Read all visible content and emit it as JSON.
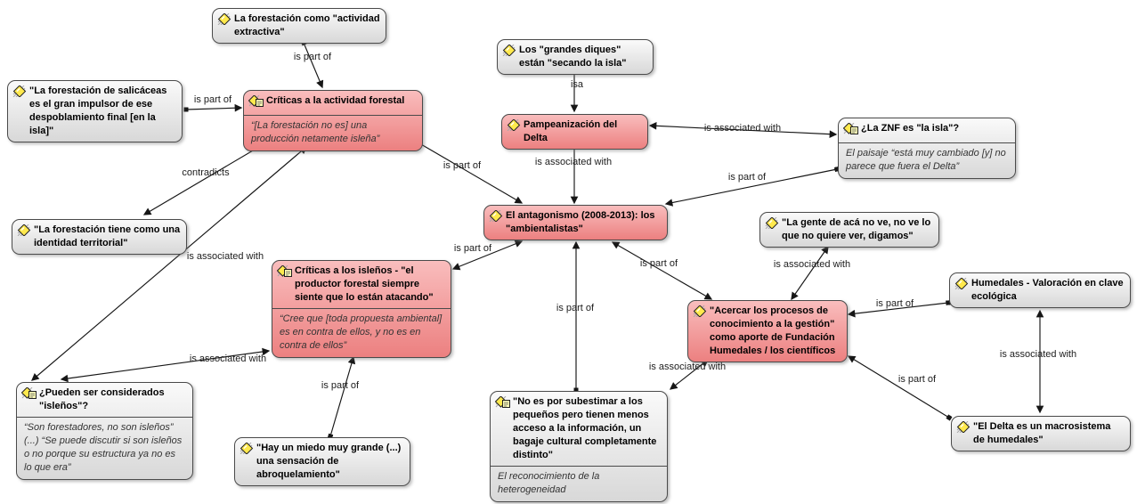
{
  "diagram": {
    "kind": "qualitative-analysis concept network",
    "background": "#ffffff",
    "colors": {
      "node_gray_top": "#fafafa",
      "node_gray_bottom": "#d8d8d8",
      "node_pink_top": "#f9bdbd",
      "node_pink_bottom": "#ec8080",
      "node_border": "#4a4a4a",
      "edge_line": "#161616",
      "code_icon_yellow": "#ffe94d"
    }
  },
  "nodes": {
    "extractiva": {
      "title": "La forestación como \"actividad extractiva\""
    },
    "salicaceas": {
      "title": "\"La forestación de salicáceas es el gran impulsor de ese despoblamiento final [en la isla]\""
    },
    "criticas_forestal": {
      "title": "Críticas a la actividad forestal",
      "comment": "“[La forestación no es] una producción netamente isleña”"
    },
    "grandes_diques": {
      "title": "Los \"grandes diques\" están \"secando la isla\""
    },
    "pampeanizacion": {
      "title": "Pampeanización del Delta"
    },
    "znf": {
      "title": "¿La ZNF es \"la isla\"?",
      "comment": "El paisaje “está muy cambiado [y] no parece que fuera el Delta”"
    },
    "antagonismo": {
      "title": "El antagonismo (2008-2013): los \"ambientalistas\""
    },
    "gente_aca": {
      "title": "\"La gente de acá no ve, no ve lo que no quiere ver, digamos\""
    },
    "identidad_territorial": {
      "title": "\"La forestación tiene como una identidad territorial\""
    },
    "criticas_islenos": {
      "title": "Críticas a los isleños - \"el productor forestal siempre siente que lo están atacando\"",
      "comment": "“Cree que [toda propuesta ambiental] es en contra de ellos, y no es en contra de ellos”"
    },
    "humedales_valoracion": {
      "title": "Humedales - Valoración en clave ecológica"
    },
    "acercar_gestion": {
      "title": "\"Acercar los procesos de conocimiento a la gestión\" como aporte de Fundación Humedales / los científicos"
    },
    "pueden_ser_islenos": {
      "title": "¿Pueden ser considerados \"isleños\"?",
      "comment": "“Son forestadores, no son isleños” (...) “Se puede discutir si son isleños o no porque su estructura ya no es lo que era”"
    },
    "miedo_abroquelamiento": {
      "title": "\"Hay un miedo muy grande (...) una sensación de abroquelamiento\""
    },
    "no_subestimar": {
      "title": "\"No es por subestimar a los pequeños pero tienen menos acceso a la información, un bagaje cultural completamente distinto\"",
      "comment": "El reconocimiento de la heterogeneidad"
    },
    "delta_macrosistema": {
      "title": "\"El Delta es un macrosistema de humedales\""
    }
  },
  "edges": {
    "e1": {
      "label": "is part of",
      "from": "extractiva",
      "to": "criticas_forestal"
    },
    "e2": {
      "label": "is part of",
      "from": "salicaceas",
      "to": "criticas_forestal"
    },
    "e3": {
      "label": "contradicts",
      "from": "identidad_territorial",
      "to": "criticas_forestal"
    },
    "e4": {
      "label": "is associated with",
      "from": "pueden_ser_islenos",
      "to": "criticas_forestal"
    },
    "e5": {
      "label": "is part of",
      "from": "criticas_forestal",
      "to": "antagonismo"
    },
    "e6": {
      "label": "isa",
      "from": "grandes_diques",
      "to": "pampeanizacion"
    },
    "e7": {
      "label": "is associated with",
      "from": "znf",
      "to": "pampeanizacion"
    },
    "e8": {
      "label": "is associated with",
      "from": "antagonismo",
      "to": "pampeanizacion"
    },
    "e9": {
      "label": "is part of",
      "from": "znf",
      "to": "antagonismo"
    },
    "e10": {
      "label": "is part of",
      "from": "criticas_islenos",
      "to": "antagonismo"
    },
    "e11": {
      "label": "is part of",
      "from": "no_subestimar",
      "to": "antagonismo"
    },
    "e12": {
      "label": "is part of",
      "from": "acercar_gestion",
      "to": "antagonismo"
    },
    "e13": {
      "label": "is associated with",
      "from": "gente_aca",
      "to": "acercar_gestion"
    },
    "e14": {
      "label": "is part of",
      "from": "humedales_valoracion",
      "to": "acercar_gestion"
    },
    "e15": {
      "label": "is part of",
      "from": "delta_macrosistema",
      "to": "acercar_gestion"
    },
    "e16": {
      "label": "is associated with",
      "from": "humedales_valoracion",
      "to": "delta_macrosistema"
    },
    "e17": {
      "label": "is associated with",
      "from": "pueden_ser_islenos",
      "to": "criticas_islenos"
    },
    "e18": {
      "label": "is part of",
      "from": "miedo_abroquelamiento",
      "to": "criticas_islenos"
    },
    "e19": {
      "label": "is associated with",
      "from": "no_subestimar",
      "to": "acercar_gestion"
    }
  }
}
